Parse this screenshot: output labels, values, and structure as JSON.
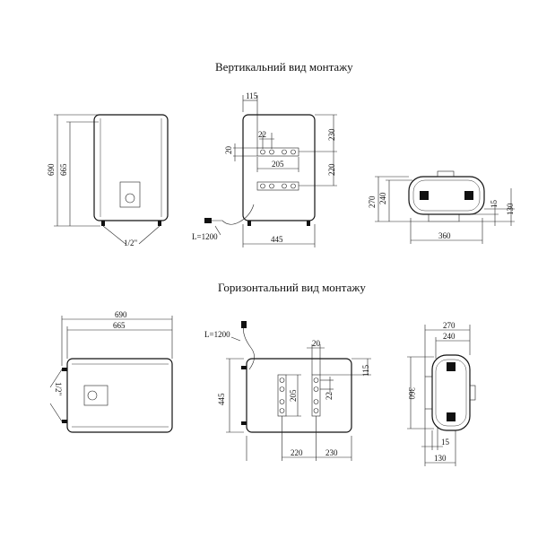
{
  "vertical": {
    "title": "Вертикальний вид монтажу",
    "front": {
      "height_total": "690",
      "height_body": "665",
      "thread": "1/2\""
    },
    "back": {
      "top_offset": "115",
      "bracket_height": "20",
      "hole_spacing": "22",
      "bracket_width": "205",
      "top_to_bracket": "230",
      "between_brackets": "220",
      "width": "445",
      "cable": "L=1200"
    },
    "side": {
      "depth_total": "270",
      "depth_body": "240",
      "bracket_gap": "15",
      "bracket_depth": "130",
      "width": "360"
    }
  },
  "horizontal": {
    "title": "Горизонтальний вид монтажу",
    "front": {
      "width_total": "690",
      "width_body": "665",
      "thread": "1/2\""
    },
    "back": {
      "cable": "L=1200",
      "bracket_width": "20",
      "top_offset": "115",
      "height": "445",
      "bracket_height": "205",
      "hole_spacing": "22",
      "left_to_bracket": "220",
      "between_brackets": "230"
    },
    "side": {
      "depth_total": "270",
      "depth_body": "240",
      "height": "360",
      "bracket_gap": "15",
      "bracket_depth": "130"
    }
  }
}
